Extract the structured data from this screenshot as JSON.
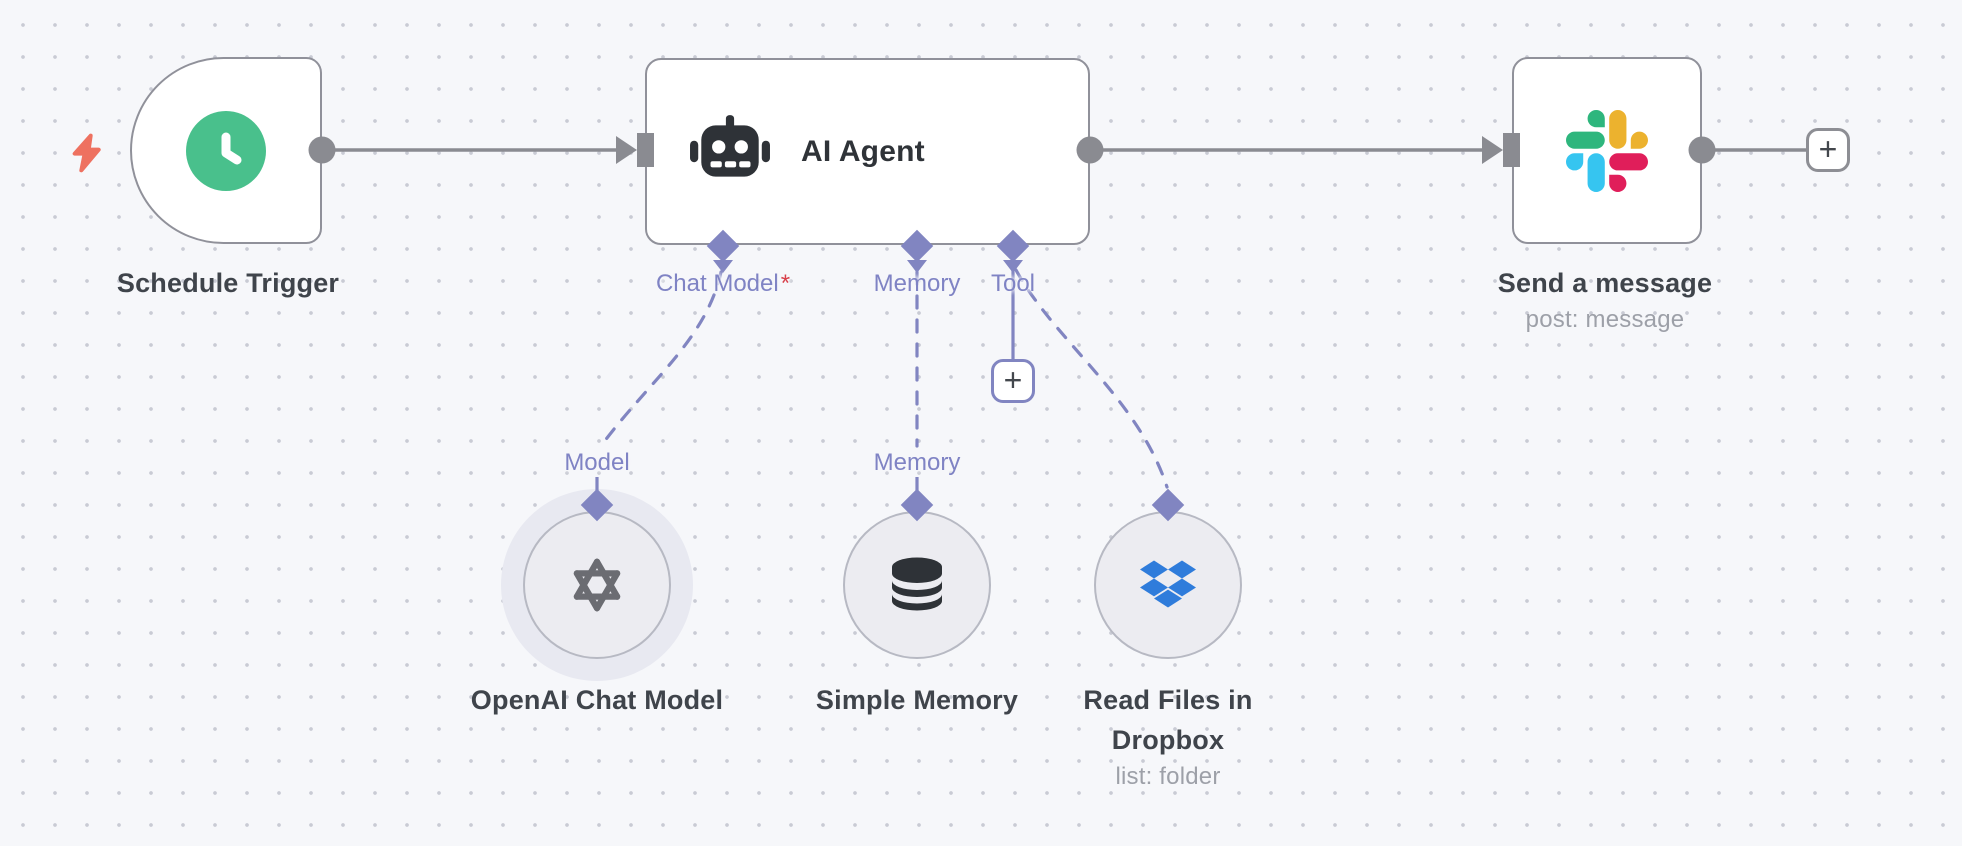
{
  "canvas": {
    "background": "#f6f7fa",
    "dot": "#c9cbd4"
  },
  "workflow": {
    "trigger": {
      "title": "Schedule Trigger"
    },
    "agent": {
      "title": "AI Agent",
      "ports": {
        "chat_model": "Chat Model",
        "chat_model_required": "*",
        "memory": "Memory",
        "tool": "Tool"
      },
      "sub_ports": {
        "model_label": "Model",
        "memory_label": "Memory"
      }
    },
    "slack": {
      "title": "Send a message",
      "subtitle": "post: message"
    },
    "openai": {
      "title": "OpenAI Chat Model"
    },
    "memory": {
      "title": "Simple Memory"
    },
    "dropbox": {
      "title": "Read Files in Dropbox",
      "subtitle": "list: folder"
    },
    "tool_add_button": "+",
    "next_add_button": "+"
  },
  "icons": {
    "trigger": "clock-icon",
    "trigger_flash": "lightning-bolt-icon",
    "agent": "robot-icon",
    "slack": "slack-logo",
    "openai": "openai-logo",
    "memory": "database-icon",
    "dropbox": "dropbox-logo",
    "add": "plus-icon"
  },
  "colors": {
    "background": "#f6f7fa",
    "dot": "#c9cbd4",
    "node_border": "#90919a",
    "connection": "#8a8b91",
    "ai_connection": "#8185c1",
    "ai_label": "#7f83c4",
    "required": "#d8404a",
    "trigger_green": "#49c08c",
    "bolt": "#ee7160",
    "slack_blue": "#36c5f0",
    "slack_green": "#2eb67d",
    "slack_yellow": "#ecb22e",
    "slack_red": "#e01e5a",
    "dropbox_blue": "#2f7cdb"
  }
}
